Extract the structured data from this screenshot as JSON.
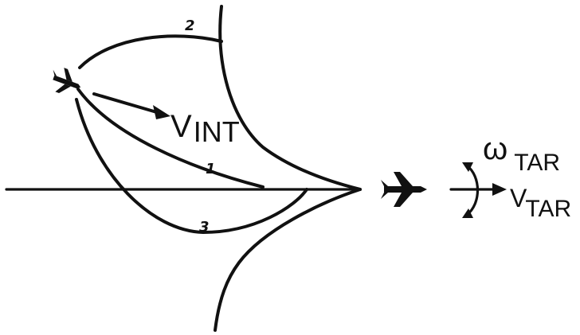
{
  "labels": {
    "v_int": {
      "main": "V",
      "sub": "INT"
    },
    "omega_tar": {
      "main": "ω",
      "sub": "TAR"
    },
    "v_tar": {
      "main": "V",
      "sub": "TAR"
    }
  },
  "curves": [
    {
      "label": "1"
    },
    {
      "label": "2"
    },
    {
      "label": "3"
    }
  ],
  "icons": {
    "interceptor": "interceptor-aircraft-icon",
    "target": "target-aircraft-icon"
  },
  "colors": {
    "ink": "#111111",
    "background": "#ffffff"
  }
}
